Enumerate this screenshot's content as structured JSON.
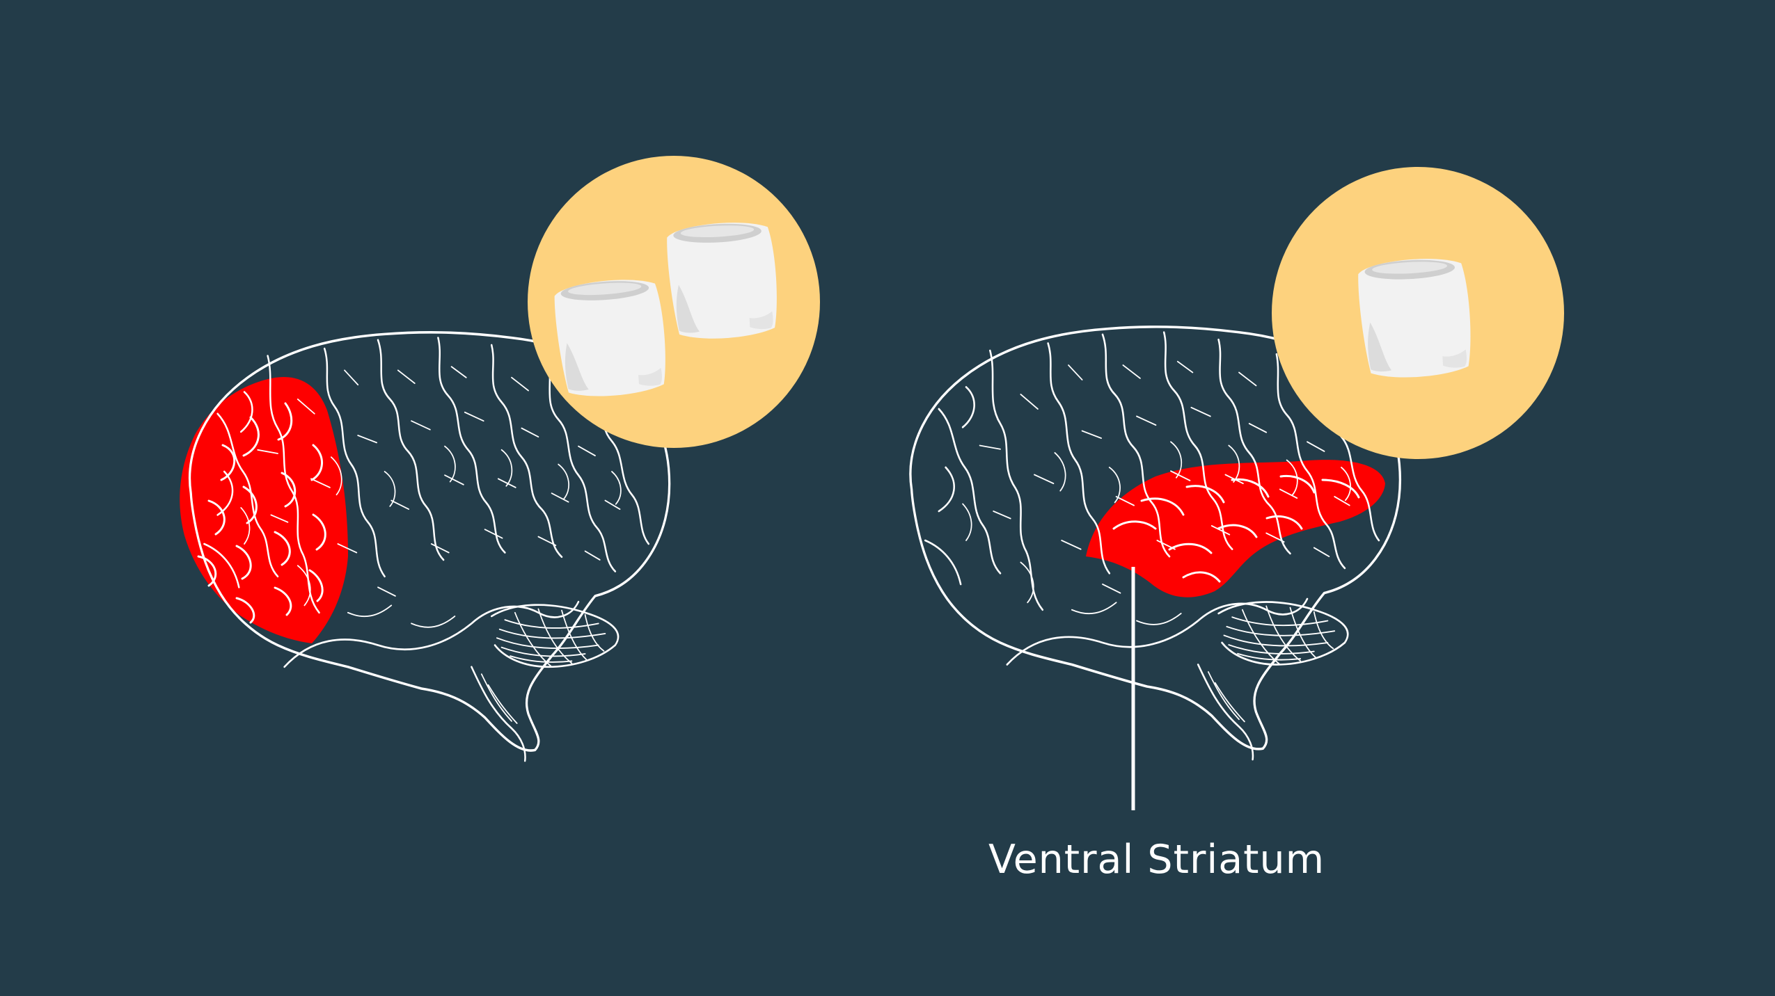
{
  "colors": {
    "background": "#233c49",
    "highlight": "#fe0000",
    "treat_circle": "#fdd27e",
    "marshmallow": "#f2f2f2",
    "outline": "#ffffff"
  },
  "left_panel": {
    "highlight_region": "prefrontal-cortex",
    "marshmallow_count": 2
  },
  "right_panel": {
    "highlight_region": "ventral-striatum",
    "marshmallow_count": 1,
    "callout_label": "Ventral Striatum"
  },
  "icons": [
    "brain-icon",
    "marshmallow-icon"
  ]
}
